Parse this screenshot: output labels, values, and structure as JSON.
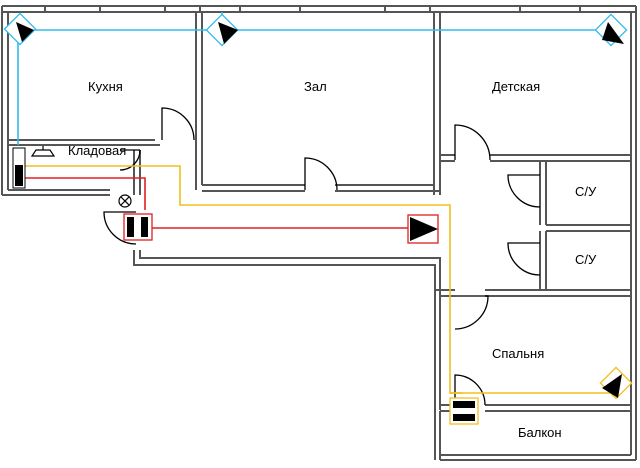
{
  "rooms": {
    "kitchen": "Кухня",
    "hall": "Зал",
    "children": "Детская",
    "storage": "Кладовая",
    "wc1": "С/У",
    "wc2": "С/У",
    "bedroom": "Спальня",
    "balcony": "Балкон"
  },
  "colors": {
    "wall": "#5a5a5a",
    "wall_fill": "#ffffff",
    "door": "#000000",
    "cable_cyan": "#33bbee",
    "cable_yellow": "#f0c020",
    "cable_red": "#e02020",
    "device": "#000000"
  },
  "icons": {
    "device": "triangle-speaker-icon",
    "unit": "split-unit-icon",
    "lamp": "ceiling-lamp-icon",
    "vent": "vent-cross-icon"
  }
}
